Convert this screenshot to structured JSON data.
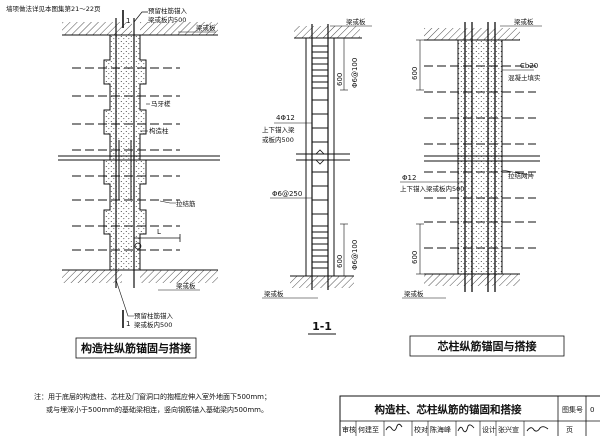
{
  "left_figure": {
    "top_note": "墙项做法详见本图集第21～22页",
    "section_mark_top": "1",
    "section_mark_bottom": "1",
    "anchor_top": [
      "预留柱筋锚入",
      "梁或板内500"
    ],
    "beam_top": "梁或板",
    "toothed_wall": "马牙槎",
    "column": "构造柱",
    "tie_bar": "拉结筋",
    "lap_length": "L",
    "anchor_bottom": [
      "预留柱筋锚入",
      "梁或板内500"
    ],
    "beam_bottom": "梁或板",
    "caption": "构造柱纵筋锚固与搭接"
  },
  "middle_figure": {
    "beam_top": "梁或板",
    "dim_top_len": "600",
    "dim_top_stirrup": "Φ6@100",
    "rebar_note": [
      "4Φ12",
      "上下锚入梁",
      "或板内500"
    ],
    "stirrup_mid": "Φ6@250",
    "dim_bot_len": "600",
    "dim_bot_stirrup": "Φ6@100",
    "beam_bottom": "梁或板",
    "caption": "1-1"
  },
  "right_figure": {
    "beam_top": "梁或板",
    "dim_top": "600",
    "grout": [
      "Cb20",
      "混凝土填实"
    ],
    "rebar_note": [
      "Φ12",
      "上下锚入梁或板内500"
    ],
    "tie_mesh": "拉结网片",
    "dim_bot": "600",
    "beam_bottom": "梁或板",
    "caption": "芯柱纵筋锚固与搭接"
  },
  "footnote": [
    "注：用于底层的构造柱、芯柱及门窗洞口的抱框应伸入室外地面下500mm；",
    "或与埋深小于500mm的基础梁相连，竖向钢筋锚入基础梁内500mm。"
  ],
  "title_block": {
    "title": "构造柱、芯柱纵筋的锚固和搭接",
    "atlas_no_label": "图集号",
    "atlas_no": "0",
    "review_label": "审核",
    "review_name": "何建至",
    "check_label": "校对",
    "check_name": "陈海峰",
    "design_label": "设计",
    "design_name": "张兴宣",
    "page_label": "页"
  }
}
